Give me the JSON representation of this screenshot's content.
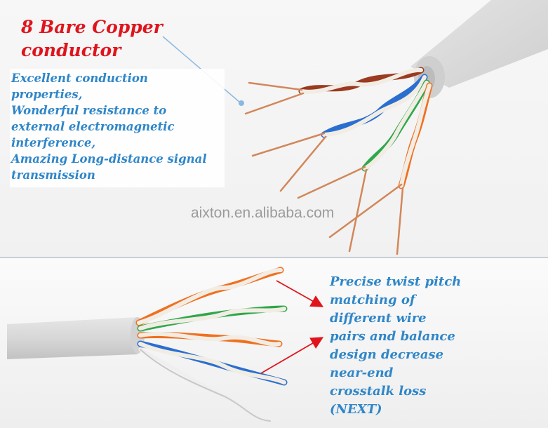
{
  "top": {
    "title_lines": [
      "8 Bare Copper",
      "conductor"
    ],
    "description_lines": [
      "Excellent conduction",
      "properties,",
      "Wonderful resistance to",
      "external electromagnetic",
      "interference,",
      "Amazing Long-distance signal",
      "transmission"
    ],
    "watermark": "aixton.en.alibaba.com"
  },
  "bottom": {
    "description_lines": [
      "Precise twist pitch",
      "matching of",
      "different wire",
      "pairs and balance",
      "design decrease",
      "near-end",
      "crosstalk loss",
      "(NEXT)"
    ]
  },
  "colors": {
    "title": "#e0141c",
    "text": "#2f86c8",
    "watermark": "#9b9b9b",
    "arrow": "#e0141c",
    "pointer_line": "#8ab8e0",
    "jacket": "#d8d8d8",
    "copper": "#d2875a",
    "wire_brown": "#9a3a20",
    "wire_blue": "#2a6fd0",
    "wire_green": "#2ea84a",
    "wire_orange": "#f07020"
  }
}
